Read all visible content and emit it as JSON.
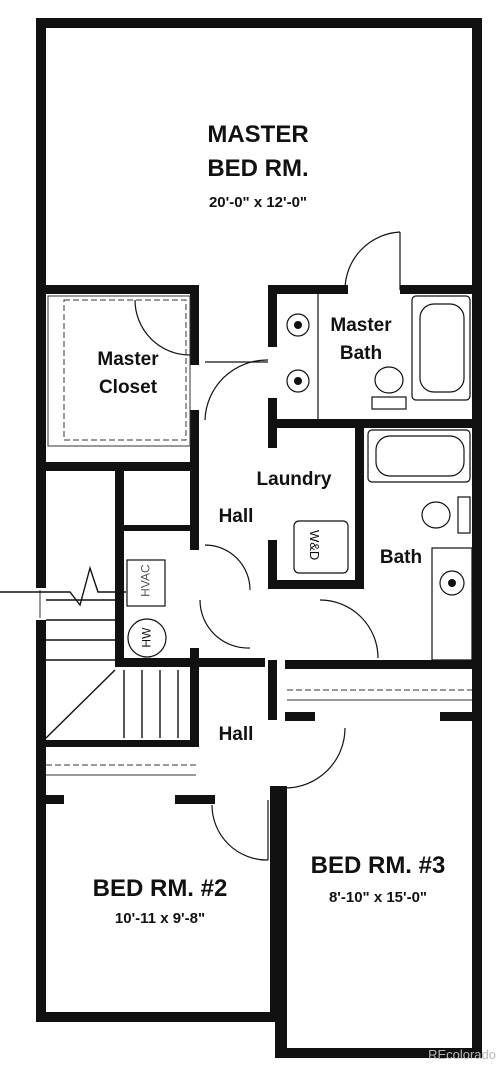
{
  "rooms": {
    "master_bed": {
      "name_line1": "MASTER",
      "name_line2": "BED RM.",
      "size": "20'-0\" x 12'-0\""
    },
    "master_closet": {
      "name_line1": "Master",
      "name_line2": "Closet"
    },
    "master_bath": {
      "name_line1": "Master",
      "name_line2": "Bath"
    },
    "laundry": {
      "name": "Laundry"
    },
    "hall_upper": {
      "name": "Hall"
    },
    "bath": {
      "name": "Bath"
    },
    "hall_lower": {
      "name": "Hall"
    },
    "bed2": {
      "name": "BED RM. #2",
      "size": "10'-11 x 9'-8\""
    },
    "bed3": {
      "name": "BED RM. #3",
      "size": "8'-10\" x 15'-0\""
    }
  },
  "fixtures": {
    "washer_dryer": "W&D",
    "hvac": "HVAC",
    "water_heater": "HW"
  },
  "watermark": "REcolorado"
}
